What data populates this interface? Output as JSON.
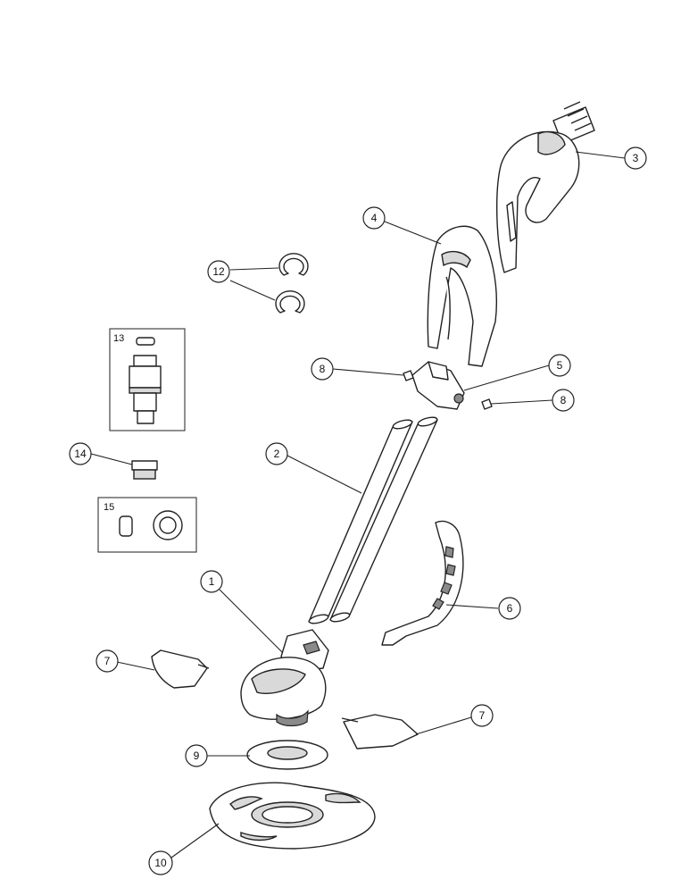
{
  "diagram": {
    "callouts": [
      "1",
      "2",
      "3",
      "4",
      "5",
      "6",
      "7",
      "7",
      "8",
      "8",
      "9",
      "10",
      "12"
    ],
    "boxes": [
      "13",
      "14",
      "15"
    ]
  }
}
